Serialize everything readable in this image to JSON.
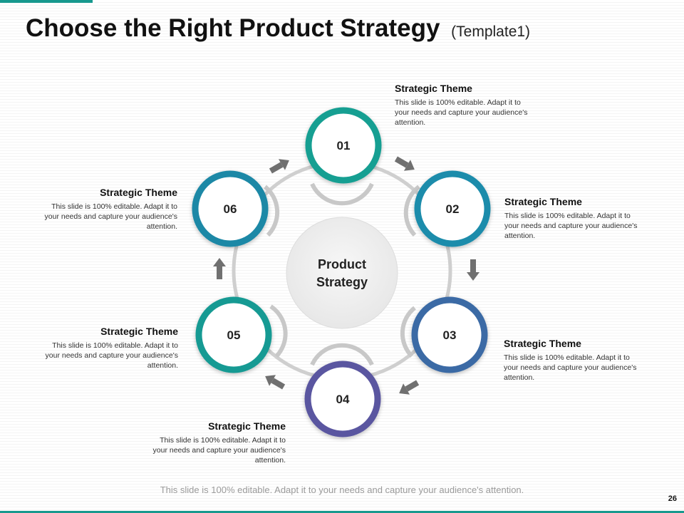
{
  "title": {
    "main": "Choose the Right Product Strategy",
    "sub": "(Template1)"
  },
  "diagram": {
    "center_label_line1": "Product",
    "center_label_line2": "Strategy",
    "steps": [
      {
        "number": "01",
        "color": "#159f92",
        "heading": "Strategic Theme",
        "text": "This slide is 100% editable. Adapt it to your needs and capture your audience's attention."
      },
      {
        "number": "02",
        "color": "#1b8cab",
        "heading": "Strategic Theme",
        "text": "This slide is 100% editable. Adapt it to your needs and capture your audience's attention."
      },
      {
        "number": "03",
        "color": "#3a6aa5",
        "heading": "Strategic Theme",
        "text": "This slide is 100% editable. Adapt it to your needs and capture your audience's attention."
      },
      {
        "number": "04",
        "color": "#5a56a0",
        "heading": "Strategic Theme",
        "text": "This slide is 100% editable. Adapt it to your needs and capture your audience's attention."
      },
      {
        "number": "05",
        "color": "#149a93",
        "heading": "Strategic Theme",
        "text": "This slide is 100% editable. Adapt it to your needs and capture your audience's attention."
      },
      {
        "number": "06",
        "color": "#1a88a6",
        "heading": "Strategic Theme",
        "text": "This slide is 100% editable. Adapt it to your needs and capture your audience's attention."
      }
    ]
  },
  "footer": {
    "note": "This slide is 100% editable. Adapt it to your needs and capture your audience's attention.",
    "page_number": "26"
  },
  "colors": {
    "accent": "#17998e",
    "ring": "#cfcfcf",
    "arrow": "#707070"
  }
}
